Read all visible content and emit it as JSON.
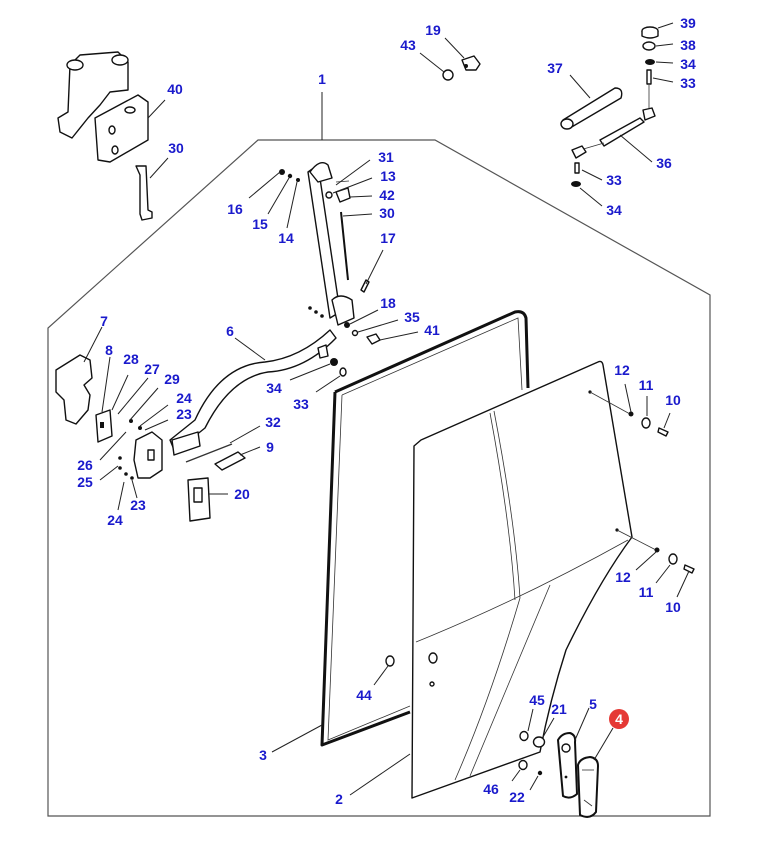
{
  "diagram": {
    "title": "Door assembly exploded parts diagram",
    "assembly_callout": "1",
    "highlighted_part": "4",
    "colors": {
      "callout_text": "#1a1acc",
      "highlight": "#e53935",
      "line": "#111111"
    },
    "callouts": [
      {
        "id": "c1",
        "label": "1"
      },
      {
        "id": "c40",
        "label": "40"
      },
      {
        "id": "c30a",
        "label": "30"
      },
      {
        "id": "c43",
        "label": "43"
      },
      {
        "id": "c19",
        "label": "19"
      },
      {
        "id": "c39",
        "label": "39"
      },
      {
        "id": "c38",
        "label": "38"
      },
      {
        "id": "c34a",
        "label": "34"
      },
      {
        "id": "c33a",
        "label": "33"
      },
      {
        "id": "c37",
        "label": "37"
      },
      {
        "id": "c36",
        "label": "36"
      },
      {
        "id": "c33b",
        "label": "33"
      },
      {
        "id": "c34b",
        "label": "34"
      },
      {
        "id": "c16",
        "label": "16"
      },
      {
        "id": "c15",
        "label": "15"
      },
      {
        "id": "c14",
        "label": "14"
      },
      {
        "id": "c31",
        "label": "31"
      },
      {
        "id": "c13",
        "label": "13"
      },
      {
        "id": "c42",
        "label": "42"
      },
      {
        "id": "c30b",
        "label": "30"
      },
      {
        "id": "c17",
        "label": "17"
      },
      {
        "id": "c18",
        "label": "18"
      },
      {
        "id": "c35",
        "label": "35"
      },
      {
        "id": "c41",
        "label": "41"
      },
      {
        "id": "c6",
        "label": "6"
      },
      {
        "id": "c34c",
        "label": "34"
      },
      {
        "id": "c33c",
        "label": "33"
      },
      {
        "id": "c7",
        "label": "7"
      },
      {
        "id": "c8",
        "label": "8"
      },
      {
        "id": "c28",
        "label": "28"
      },
      {
        "id": "c27",
        "label": "27"
      },
      {
        "id": "c29",
        "label": "29"
      },
      {
        "id": "c24a",
        "label": "24"
      },
      {
        "id": "c23a",
        "label": "23"
      },
      {
        "id": "c26",
        "label": "26"
      },
      {
        "id": "c25",
        "label": "25"
      },
      {
        "id": "c23b",
        "label": "23"
      },
      {
        "id": "c24b",
        "label": "24"
      },
      {
        "id": "c32",
        "label": "32"
      },
      {
        "id": "c9",
        "label": "9"
      },
      {
        "id": "c20",
        "label": "20"
      },
      {
        "id": "c12a",
        "label": "12"
      },
      {
        "id": "c11a",
        "label": "11"
      },
      {
        "id": "c10a",
        "label": "10"
      },
      {
        "id": "c12b",
        "label": "12"
      },
      {
        "id": "c11b",
        "label": "11"
      },
      {
        "id": "c10b",
        "label": "10"
      },
      {
        "id": "c44",
        "label": "44"
      },
      {
        "id": "c3",
        "label": "3"
      },
      {
        "id": "c2",
        "label": "2"
      },
      {
        "id": "c45",
        "label": "45"
      },
      {
        "id": "c21",
        "label": "21"
      },
      {
        "id": "c5",
        "label": "5"
      },
      {
        "id": "c46",
        "label": "46"
      },
      {
        "id": "c22",
        "label": "22"
      }
    ]
  }
}
